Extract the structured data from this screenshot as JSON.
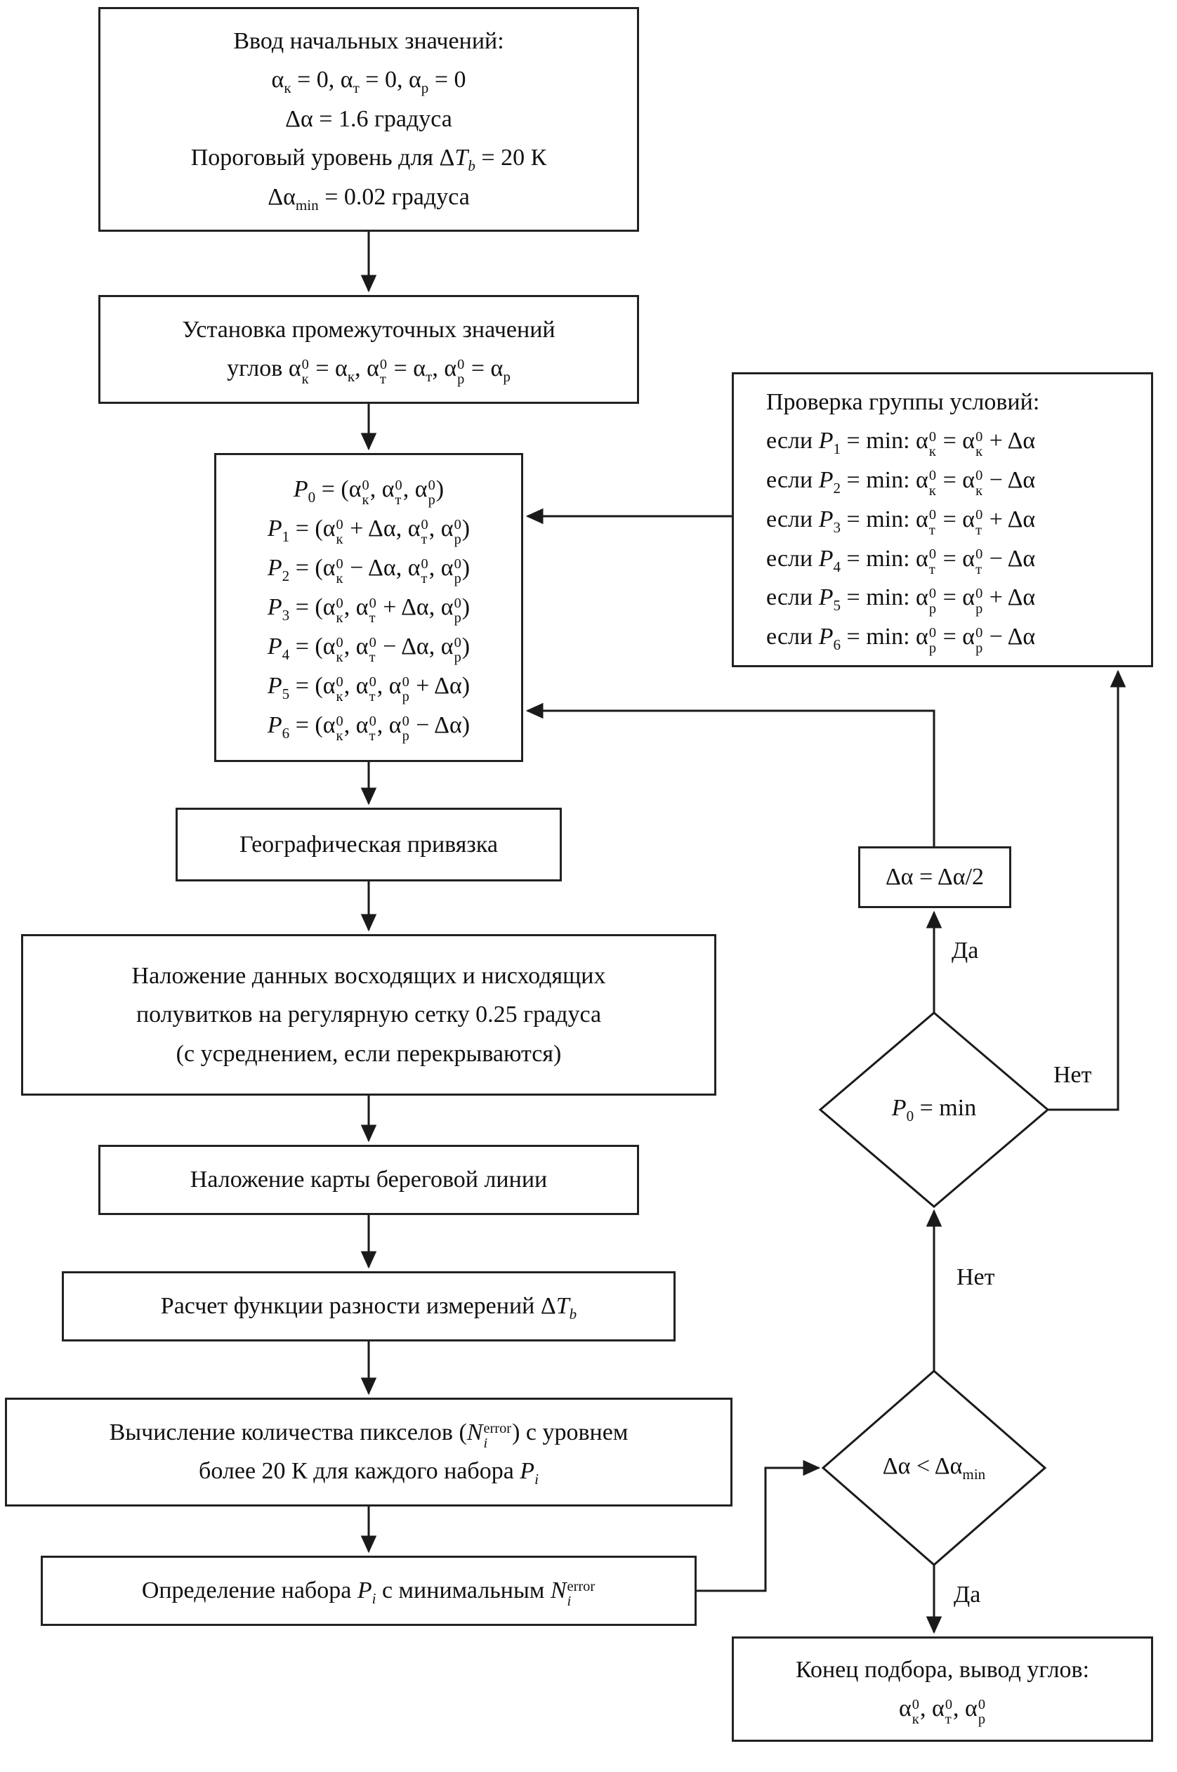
{
  "meta": {
    "kind": "flowchart",
    "language": "ru"
  },
  "palette": {
    "line": "#1a1a1a",
    "box_border": "#222222",
    "box_bg": "#ffffff",
    "text": "#111111"
  },
  "nodes": {
    "init": {
      "lines": [
        "Ввод начальных значений:",
        "α<sub>к</sub> = 0, α<sub>т</sub> = 0, α<sub>р</sub> = 0",
        "Δα = 1.6 градуса",
        "Пороговый уровень для Δ<i>T<sub>b</sub></i> = 20 К",
        "Δα<sub>min</sub> = 0.02 градуса"
      ]
    },
    "intermediate": {
      "lines": [
        "Установка промежуточных значений",
        "углов α<span class='ss'><span>0</span><span>к</span></span> = α<sub>к</sub>, α<span class='ss'><span>0</span><span>т</span></span> = α<sub>т</sub>, α<span class='ss'><span>0</span><span>р</span></span> = α<sub>р</sub>"
      ]
    },
    "pbox": {
      "lines": [
        "<i>P</i><sub>0</sub> = (α<span class='ss'><span>0</span><span>к</span></span>, α<span class='ss'><span>0</span><span>т</span></span>, α<span class='ss'><span>0</span><span>р</span></span>)",
        "<i>P</i><sub>1</sub> = (α<span class='ss'><span>0</span><span>к</span></span> + Δα, α<span class='ss'><span>0</span><span>т</span></span>, α<span class='ss'><span>0</span><span>р</span></span>)",
        "<i>P</i><sub>2</sub> = (α<span class='ss'><span>0</span><span>к</span></span> − Δα, α<span class='ss'><span>0</span><span>т</span></span>, α<span class='ss'><span>0</span><span>р</span></span>)",
        "<i>P</i><sub>3</sub> = (α<span class='ss'><span>0</span><span>к</span></span>, α<span class='ss'><span>0</span><span>т</span></span> + Δα, α<span class='ss'><span>0</span><span>р</span></span>)",
        "<i>P</i><sub>4</sub> = (α<span class='ss'><span>0</span><span>к</span></span>, α<span class='ss'><span>0</span><span>т</span></span> − Δα, α<span class='ss'><span>0</span><span>р</span></span>)",
        "<i>P</i><sub>5</sub> = (α<span class='ss'><span>0</span><span>к</span></span>, α<span class='ss'><span>0</span><span>т</span></span>, α<span class='ss'><span>0</span><span>р</span></span> + Δα)",
        "<i>P</i><sub>6</sub> = (α<span class='ss'><span>0</span><span>к</span></span>, α<span class='ss'><span>0</span><span>т</span></span>, α<span class='ss'><span>0</span><span>р</span></span> − Δα)"
      ]
    },
    "conditions": {
      "title": "Проверка группы условий:",
      "lines": [
        "если <i>P</i><sub>1</sub> = min: α<span class='ss'><span>0</span><span>к</span></span> = α<span class='ss'><span>0</span><span>к</span></span> + Δα",
        "если <i>P</i><sub>2</sub> = min: α<span class='ss'><span>0</span><span>к</span></span> = α<span class='ss'><span>0</span><span>к</span></span> − Δα",
        "если <i>P</i><sub>3</sub> = min: α<span class='ss'><span>0</span><span>т</span></span> = α<span class='ss'><span>0</span><span>т</span></span> + Δα",
        "если <i>P</i><sub>4</sub> = min: α<span class='ss'><span>0</span><span>т</span></span> = α<span class='ss'><span>0</span><span>т</span></span> − Δα",
        "если <i>P</i><sub>5</sub> = min: α<span class='ss'><span>0</span><span>р</span></span> = α<span class='ss'><span>0</span><span>р</span></span> + Δα",
        "если <i>P</i><sub>6</sub> = min: α<span class='ss'><span>0</span><span>р</span></span> = α<span class='ss'><span>0</span><span>р</span></span> − Δα"
      ]
    },
    "georef": {
      "label": "Географическая привязка"
    },
    "grid": {
      "lines": [
        "Наложение данных восходящих и нисходящих",
        "полувитков на регулярную сетку 0.25 градуса",
        "(с усреднением, если перекрываются)"
      ]
    },
    "coastline": {
      "label": "Наложение карты береговой линии"
    },
    "diff": {
      "label": "Расчет функции разности измерений Δ<i>T<sub>b</sub></i>"
    },
    "pixels": {
      "lines": [
        "Вычисление количества пикселов (<i>N</i><span class='ss'><span>error</span><span><i>i</i></span></span>) с уровнем",
        "более 20 К для каждого набора <i>P<sub>i</sub></i>"
      ]
    },
    "select_min": {
      "label": "Определение набора <i>P<sub>i</sub></i> с минимальным <i>N</i><span class='ss'><span>error</span><span><i>i</i></span></span>"
    },
    "halve": {
      "label": "Δα = Δα/2"
    },
    "diamond_p0": {
      "label": "<i>P</i><sub>0</sub> = min"
    },
    "diamond_da": {
      "label": "Δα &lt; Δα<sub>min</sub>"
    },
    "end": {
      "lines": [
        "Конец подбора, вывод углов:",
        "α<span class='ss'><span>0</span><span>к</span></span>, α<span class='ss'><span>0</span><span>т</span></span>, α<span class='ss'><span>0</span><span>р</span></span>"
      ]
    }
  },
  "edge_labels": {
    "da_to_halve": "Да",
    "net_to_p0": "Нет",
    "net_to_conditions": "Нет",
    "da_to_end": "Да"
  }
}
